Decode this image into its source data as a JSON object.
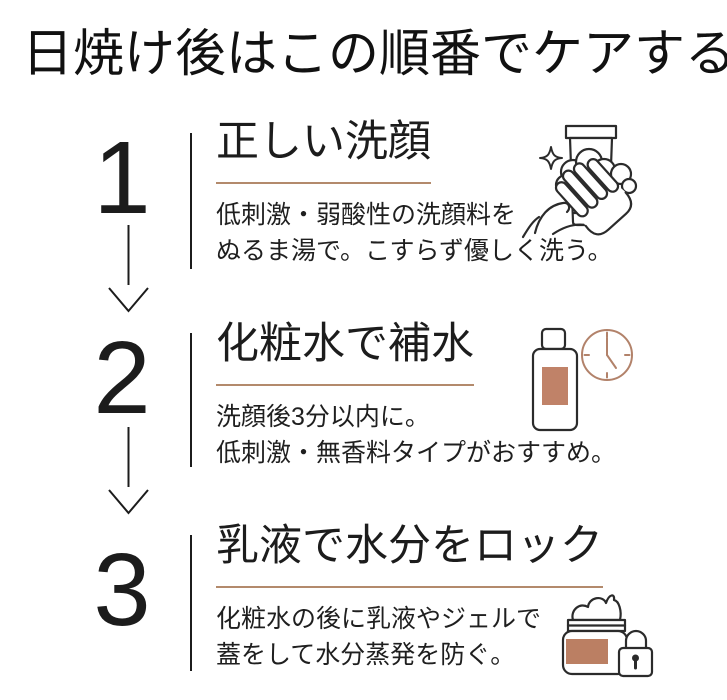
{
  "title": "日焼け後はこの順番でケアする",
  "colors": {
    "text": "#1c1c1c",
    "outline": "#2b2b2b",
    "accent_underline": "#b38a6c",
    "label_fill": "#c08268",
    "jar_label_fill": "#bb7f63",
    "clock_stroke": "#b2826a"
  },
  "steps": [
    {
      "number": "1",
      "heading": "正しい洗顔",
      "desc_line1": "低刺激・弱酸性の洗顔料を",
      "desc_line2": "ぬるま湯で。こすらず優しく洗う。",
      "icon": "face-wash-hands"
    },
    {
      "number": "2",
      "heading": "化粧水で補水",
      "desc_line1": "洗顔後3分以内に。",
      "desc_line2": "低刺激・無香料タイプがおすすめ。",
      "icon": "lotion-bottle-and-clock"
    },
    {
      "number": "3",
      "heading": "乳液で水分をロック",
      "desc_line1": "化粧水の後に乳液やジェルで",
      "desc_line2": "蓋をして水分蒸発を防ぐ。",
      "icon": "cream-jar-and-lock"
    }
  ]
}
